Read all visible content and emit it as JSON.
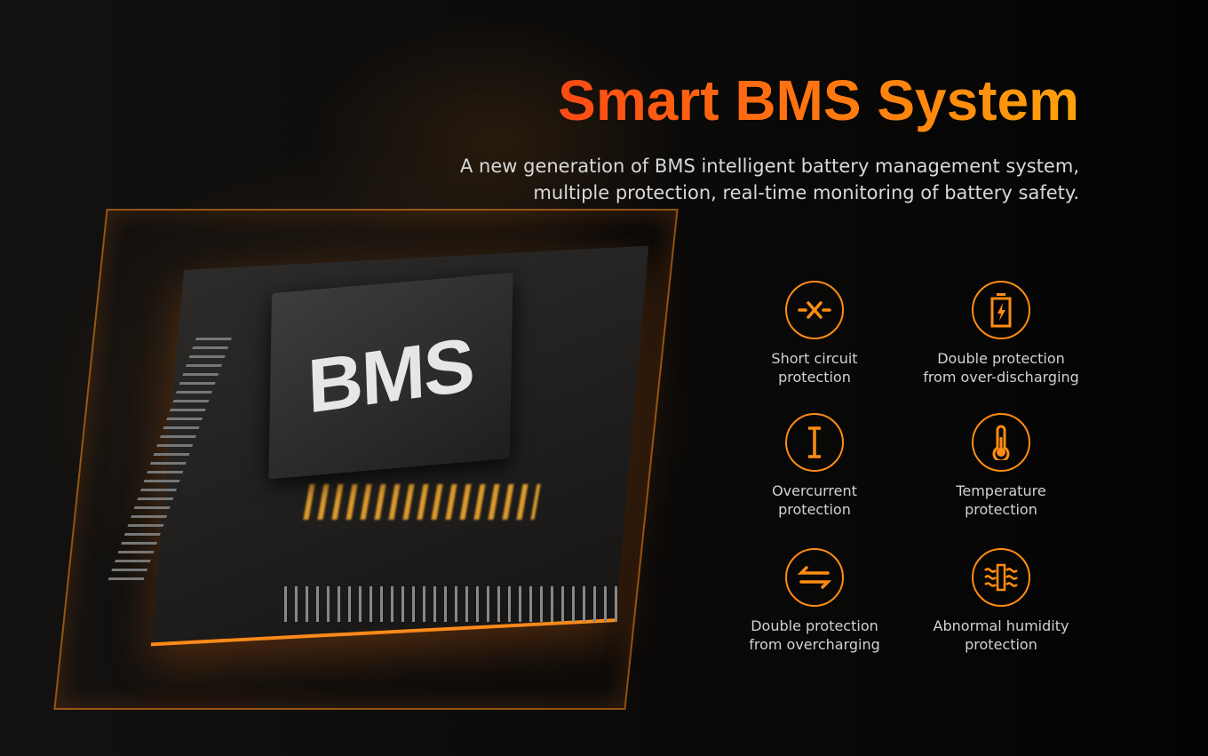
{
  "header": {
    "title": "Smart BMS System",
    "subtitle_line1": "A new generation of BMS intelligent battery management system,",
    "subtitle_line2": "multiple protection, real-time monitoring of battery safety."
  },
  "chip": {
    "label": "BMS"
  },
  "colors": {
    "accent": "#ff8c14",
    "title_start": "#ff4a14",
    "title_end": "#ffa20a"
  },
  "features": [
    {
      "icon": "short-circuit-icon",
      "line1": "Short circuit",
      "line2": "protection"
    },
    {
      "icon": "battery-icon",
      "line1": "Double protection",
      "line2": "from over-discharging"
    },
    {
      "icon": "current-icon",
      "line1": "Overcurrent",
      "line2": "protection"
    },
    {
      "icon": "thermometer-icon",
      "line1": "Temperature",
      "line2": "protection"
    },
    {
      "icon": "arrows-icon",
      "line1": "Double protection",
      "line2": "from overcharging"
    },
    {
      "icon": "humidity-icon",
      "line1": "Abnormal humidity",
      "line2": "protection"
    }
  ]
}
